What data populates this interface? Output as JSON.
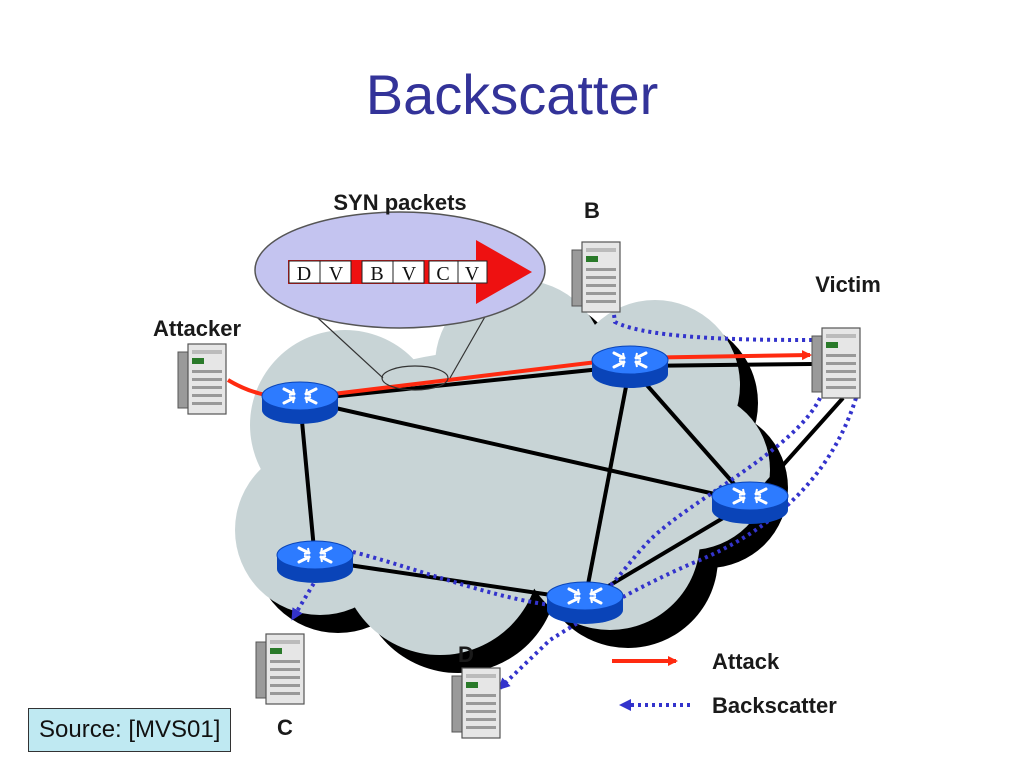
{
  "title": "Backscatter",
  "syn_label": "SYN packets",
  "packets": [
    {
      "dst": "D",
      "src": "V"
    },
    {
      "dst": "B",
      "src": "V"
    },
    {
      "dst": "C",
      "src": "V"
    }
  ],
  "nodes": {
    "attacker": "Attacker",
    "victim": "Victim",
    "b": "B",
    "c": "C",
    "d": "D"
  },
  "legend": {
    "attack": "Attack",
    "backscatter": "Backscatter"
  },
  "source": "Source: [MVS01]",
  "colors": {
    "title": "#333399",
    "attack": "#ff2a10",
    "backscatter": "#3333cc",
    "cloud": "#c8d4d6",
    "router": "#1a66ee",
    "bubble": "#c4c4f0",
    "source_bg": "#bfe9f2"
  }
}
